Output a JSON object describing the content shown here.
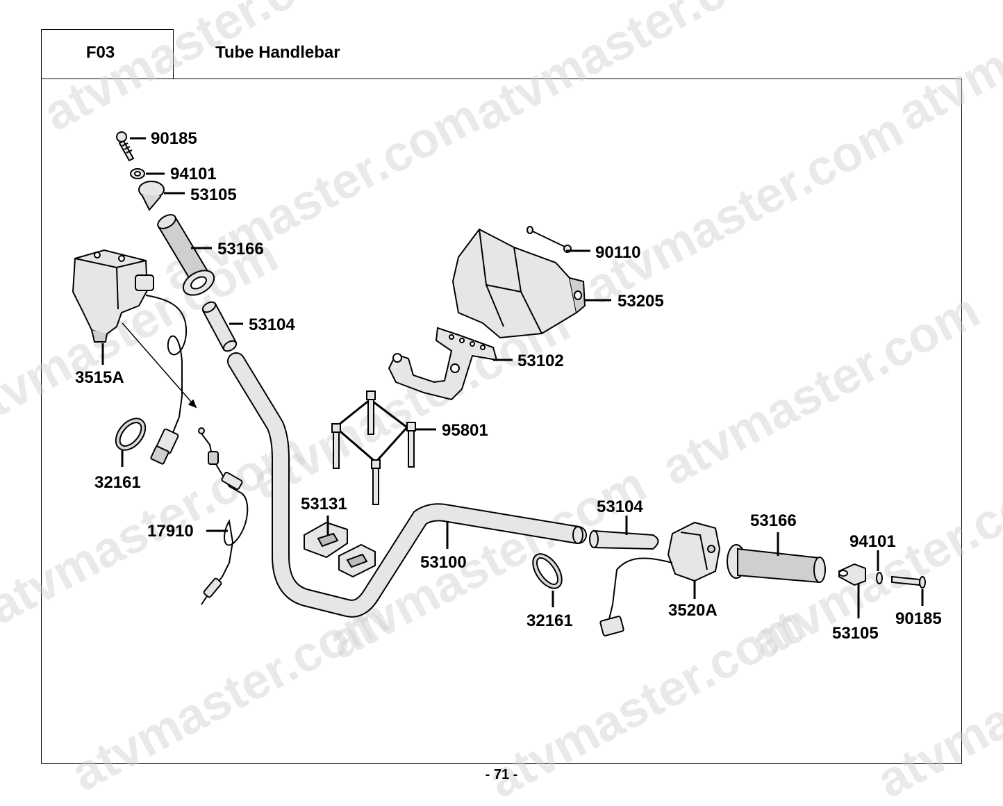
{
  "header": {
    "code": "F03",
    "title": "Tube Handlebar"
  },
  "footer": {
    "page_number": "- 71 -"
  },
  "watermark": {
    "text": "atvmaster.com"
  },
  "parts": {
    "p90185_top": "90185",
    "p94101_top": "94101",
    "p53105_top": "53105",
    "p53166_top": "53166",
    "p53104_top": "53104",
    "p3515A": "3515A",
    "p32161_left": "32161",
    "p17910": "17910",
    "p90110": "90110",
    "p53205": "53205",
    "p53102": "53102",
    "p95801": "95801",
    "p53131": "53131",
    "p53100": "53100",
    "p32161_mid": "32161",
    "p53104_right": "53104",
    "p3520A": "3520A",
    "p53166_right": "53166",
    "p94101_right": "94101",
    "p53105_right": "53105",
    "p90185_right": "90185"
  },
  "colors": {
    "line": "#000000",
    "part_fill": "#e6e6e6",
    "part_fill_dark": "#bdbdbd",
    "watermark": "#d0d0d0"
  }
}
